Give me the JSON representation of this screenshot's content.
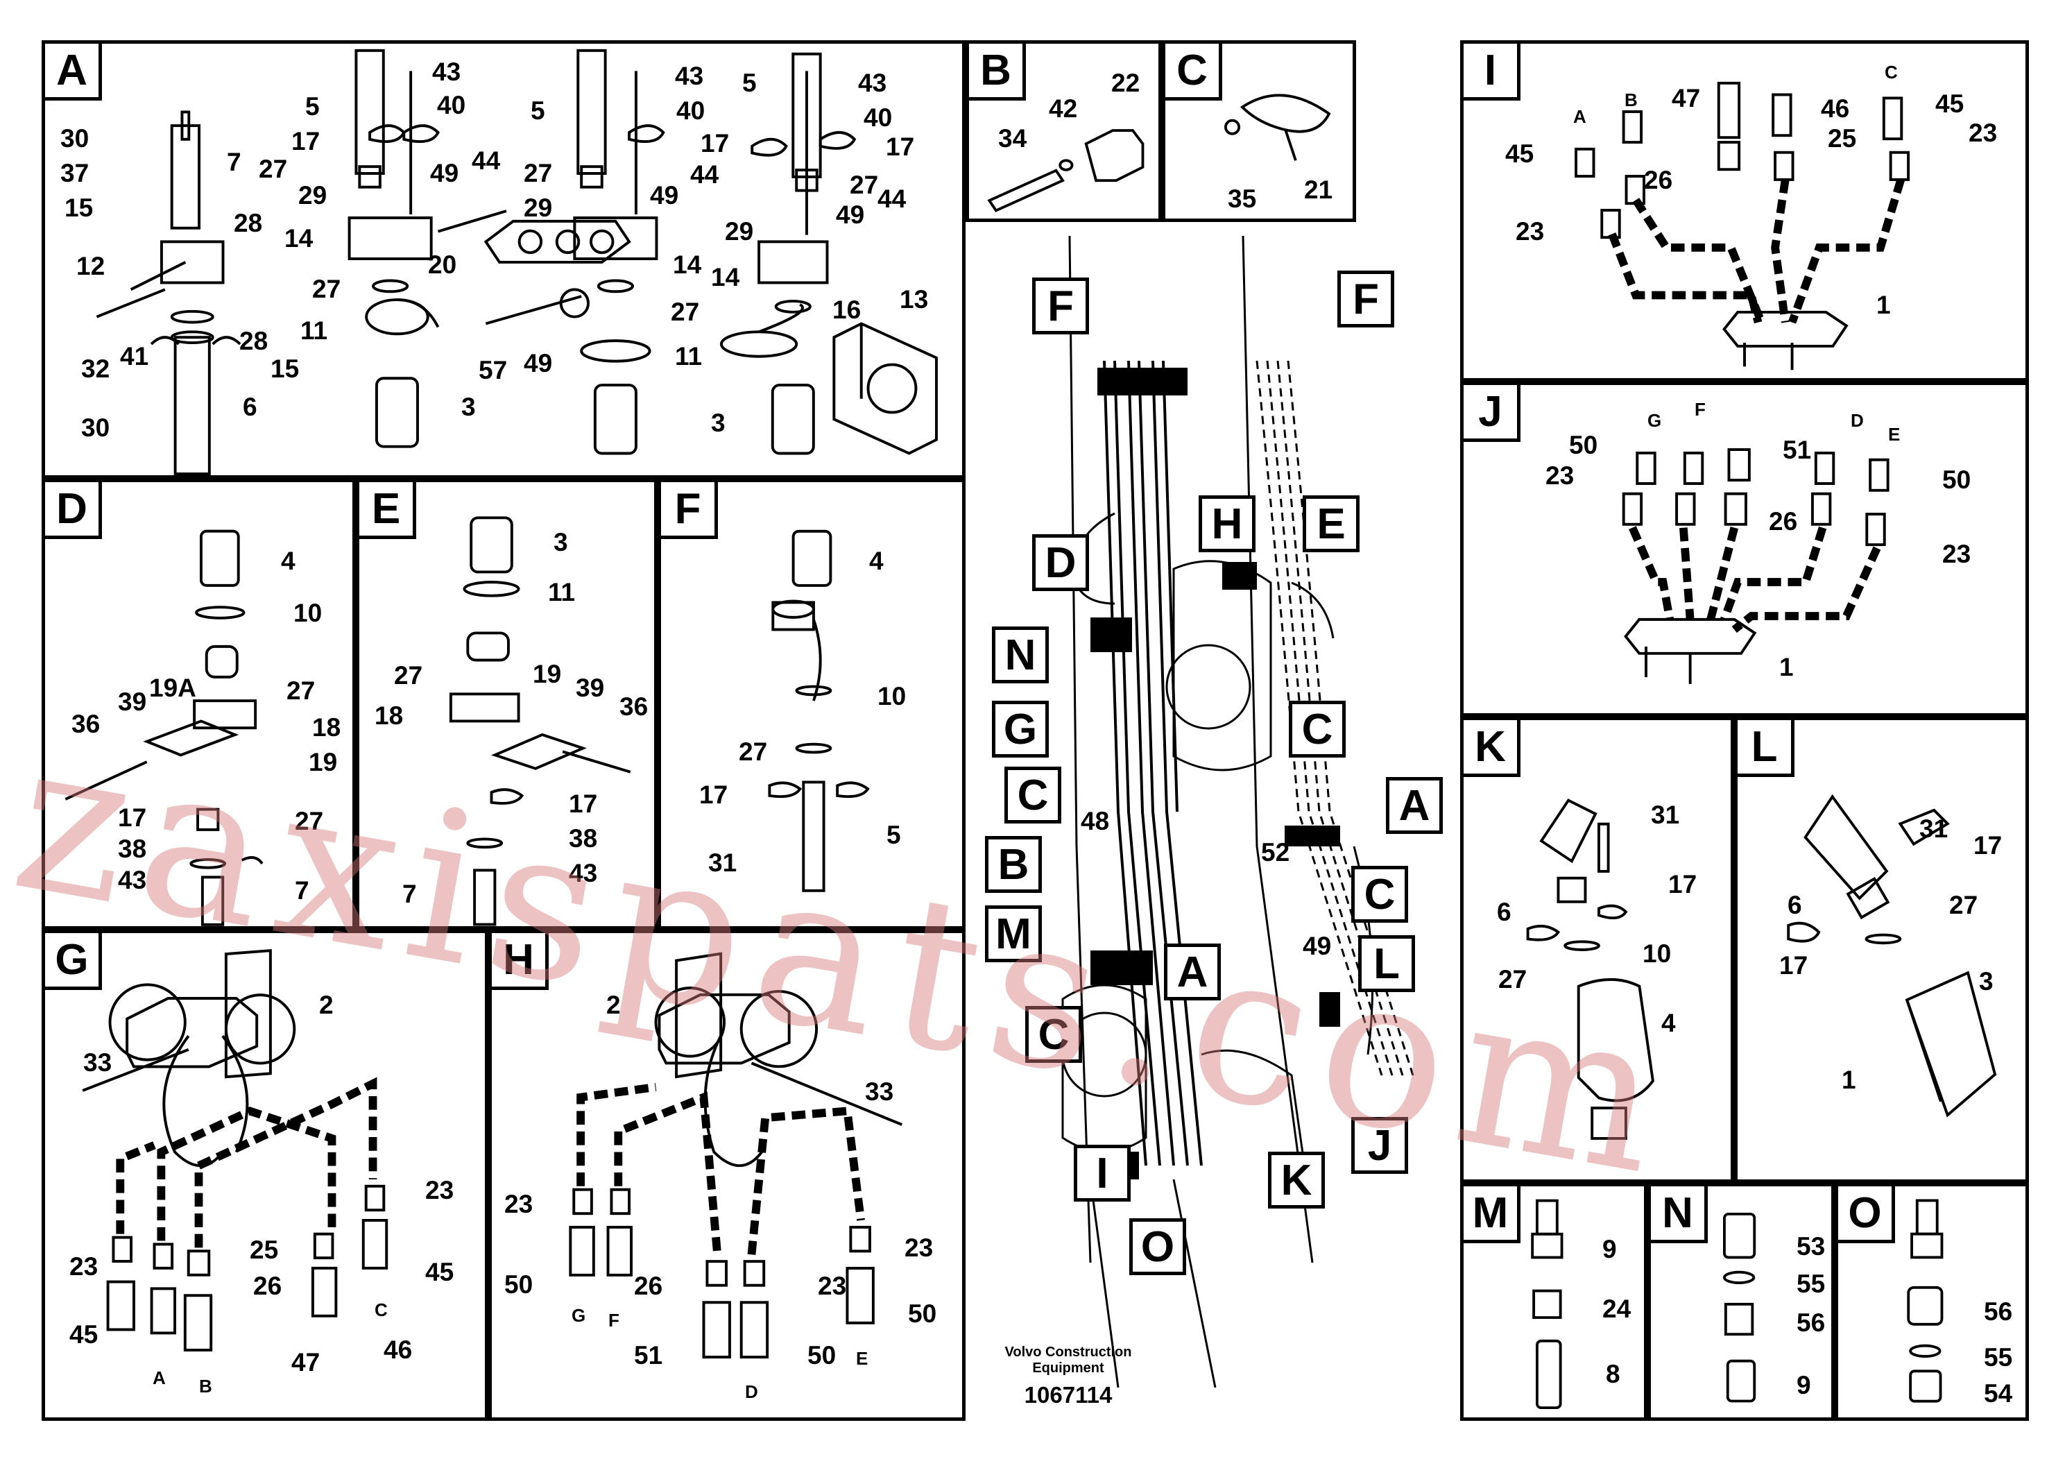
{
  "panels": {
    "A": {
      "letter": "A",
      "parts": [
        "5",
        "43",
        "40",
        "17",
        "27",
        "29",
        "14",
        "44",
        "49",
        "20",
        "57",
        "11",
        "3",
        "30",
        "37",
        "7",
        "15",
        "28",
        "12",
        "32",
        "41",
        "6",
        "16",
        "13"
      ]
    },
    "B": {
      "letter": "B",
      "parts": [
        "42",
        "22",
        "34"
      ]
    },
    "C": {
      "letter": "C",
      "parts": [
        "35",
        "21"
      ]
    },
    "D": {
      "letter": "D",
      "parts": [
        "4",
        "10",
        "27",
        "19A",
        "36",
        "39",
        "18",
        "19",
        "17",
        "38",
        "43",
        "7"
      ]
    },
    "E": {
      "letter": "E",
      "parts": [
        "3",
        "11",
        "27",
        "19",
        "18",
        "39",
        "36",
        "17",
        "38",
        "43",
        "7"
      ]
    },
    "F": {
      "letter": "F",
      "parts": [
        "4",
        "10",
        "27",
        "17",
        "5",
        "31"
      ]
    },
    "G": {
      "letter": "G",
      "parts": [
        "2",
        "33",
        "23",
        "25",
        "26",
        "45",
        "47",
        "46"
      ],
      "hoses": [
        "A",
        "B",
        "C"
      ]
    },
    "H": {
      "letter": "H",
      "parts": [
        "2",
        "33",
        "23",
        "50",
        "26",
        "51"
      ],
      "hoses": [
        "G",
        "F",
        "D",
        "E"
      ]
    },
    "I": {
      "letter": "I",
      "parts": [
        "47",
        "46",
        "45",
        "25",
        "23",
        "26",
        "1"
      ],
      "hoses": [
        "A",
        "B",
        "C"
      ]
    },
    "J": {
      "letter": "J",
      "parts": [
        "50",
        "51",
        "23",
        "26",
        "1"
      ],
      "hoses": [
        "G",
        "F",
        "D",
        "E"
      ]
    },
    "K": {
      "letter": "K",
      "parts": [
        "31",
        "17",
        "6",
        "10",
        "27",
        "4"
      ]
    },
    "L": {
      "letter": "L",
      "parts": [
        "31",
        "17",
        "6",
        "27",
        "3",
        "1"
      ]
    },
    "M": {
      "letter": "M",
      "parts": [
        "9",
        "24",
        "8"
      ]
    },
    "N": {
      "letter": "N",
      "parts": [
        "53",
        "55",
        "56",
        "9"
      ]
    },
    "O": {
      "letter": "O",
      "parts": [
        "56",
        "55",
        "54"
      ]
    }
  },
  "overview": {
    "callouts": [
      "F",
      "F",
      "H",
      "E",
      "D",
      "N",
      "G",
      "C",
      "C",
      "A",
      "B",
      "M",
      "C",
      "A",
      "L",
      "C",
      "J",
      "I",
      "K",
      "O"
    ],
    "numbers": [
      "48",
      "52",
      "49"
    ]
  },
  "footer": {
    "company_line1": "Volvo Construction",
    "company_line2": "Equipment",
    "drawing_number": "1067114"
  },
  "watermark": "zaxispats.com",
  "colors": {
    "ink": "#000000",
    "watermark": "#d67878"
  }
}
